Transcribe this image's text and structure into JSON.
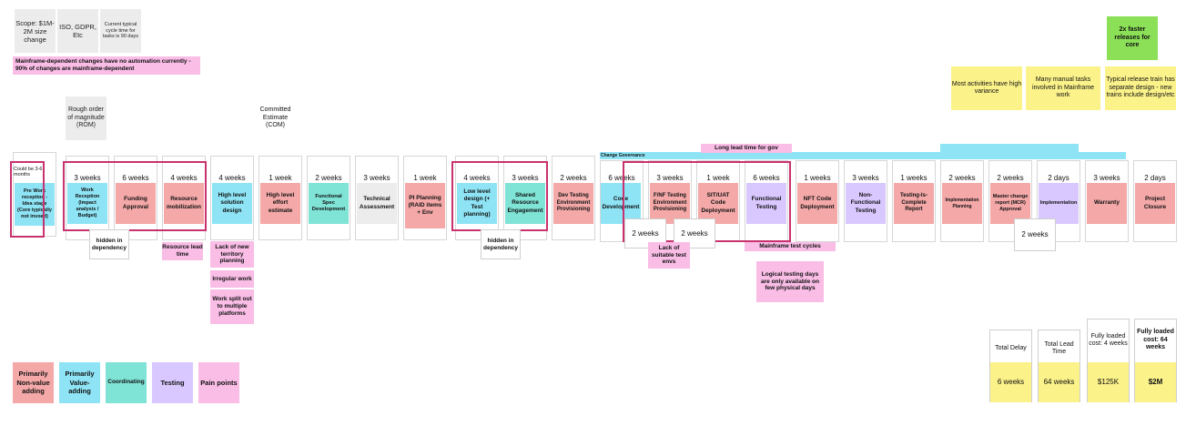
{
  "top_notes": {
    "scope": "Scope: $1M-2M size change",
    "iso": "ISO, GDPR, Etc",
    "cycle": "Current typical cycle time for tasks is 90 days",
    "mainframe": "Mainframe-dependent changes have no automation currently - 90% of changes are mainframe-dependent",
    "rom": "Rough order of magnitude (ROM)",
    "com": "Committed Estimate (COM)"
  },
  "right_notes": {
    "faster": "2x faster releases for core",
    "variance": "Most activities have high variance",
    "manual": "Many manual tasks involved in Mainframe work",
    "train": "Typical release train has separate design - new trains include design/etc"
  },
  "governance": {
    "long_lead": "Long lead time for gov",
    "change_gov": "Change Governance"
  },
  "steps": [
    {
      "duration": "Could be 3-6 months",
      "label": "Pre Work reception - Idea stage (Core typically not invoed)"
    },
    {
      "duration": "3 weeks",
      "label": "Work Reception (Impact analysis / Budget)"
    },
    {
      "duration": "6 weeks",
      "label": "Funding Approval"
    },
    {
      "duration": "4 weeks",
      "label": "Resource mobilization"
    },
    {
      "duration": "4 weeks",
      "label": "High level solution design"
    },
    {
      "duration": "1 week",
      "label": "High level effort estimate"
    },
    {
      "duration": "2 weeks",
      "label": "Functional Spec Development"
    },
    {
      "duration": "3 weeks",
      "label": "Technical Assessment"
    },
    {
      "duration": "1 week",
      "label": "PI Planning (RAID items + Env"
    },
    {
      "duration": "4 weeks",
      "label": "Low level design (+ Test planning)"
    },
    {
      "duration": "3 weeks",
      "label": "Shared Resource Engagement"
    },
    {
      "duration": "2 weeks",
      "label": "Dev Testing Environment Provisioning"
    },
    {
      "duration": "6 weeks",
      "label": "Code Development"
    },
    {
      "duration": "3 weeks",
      "label": "F/NF Testing Environment Provisioning"
    },
    {
      "duration": "1 week",
      "label": "SIT/UAT Code Deployment"
    },
    {
      "duration": "6 weeks",
      "label": "Functional Testing"
    },
    {
      "duration": "1 weeks",
      "label": "NFT Code Deployment"
    },
    {
      "duration": "3 weeks",
      "label": "Non-Functional Testing"
    },
    {
      "duration": "1 weeks",
      "label": "Testing-Is-Complete Report"
    },
    {
      "duration": "2 weeks",
      "label": "Implementation Planning"
    },
    {
      "duration": "2 weeks",
      "label": "Master change report (MCR) Approval"
    },
    {
      "duration": "2 days",
      "label": "Implementation"
    },
    {
      "duration": "3 weeks",
      "label": "Warranty"
    },
    {
      "duration": "2 days",
      "label": "Project Closure"
    }
  ],
  "sub_notes": {
    "hidden1": "hidden in dependency",
    "hidden2": "hidden in dependency",
    "resource_lead": "Resource lead time",
    "lack_territory": "Lack of new territory planning",
    "irregular": "Irregular work",
    "work_split": "Work split out to multiple platforms",
    "two_weeks_a": "2 weeks",
    "two_weeks_b": "2 weeks",
    "lack_envs": "Lack of suitable test envs",
    "mainframe_cycles": "Mainframe test cycles",
    "logical_days": "Logical testing days are only available on few physical days",
    "two_weeks_c": "2 weeks"
  },
  "legend": [
    {
      "label": "Primarily Non-value adding"
    },
    {
      "label": "Primarily Value-adding"
    },
    {
      "label": "Coordinating"
    },
    {
      "label": "Testing"
    },
    {
      "label": "Pain points"
    }
  ],
  "summary": [
    {
      "label": "Total Delay",
      "value": "6 weeks"
    },
    {
      "label": "Total Lead Time",
      "value": "64 weeks"
    },
    {
      "label": "Fully loaded cost: 4 weeks",
      "value": "$125K"
    },
    {
      "label": "Fully loaded cost: 64 weeks",
      "value": "$2M"
    }
  ],
  "colors": {
    "non_value": "#f4a8a8",
    "value": "#8ee4f5",
    "coordinating": "#7fe3d6",
    "testing": "#d9c8ff",
    "pain": "#f9bde6",
    "highlight": "#fbf28a",
    "goal": "#8be057",
    "frame": "#c8326e"
  }
}
